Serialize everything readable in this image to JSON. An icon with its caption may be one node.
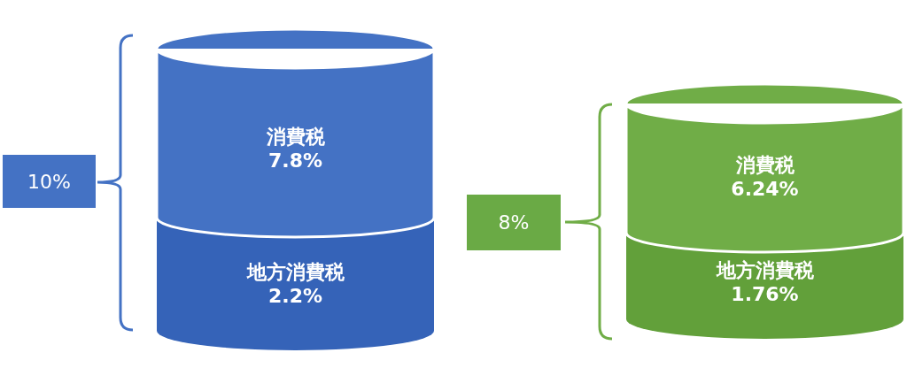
{
  "diagram": {
    "nodes": [
      {
        "text": [
          "10%"
        ]
      },
      {
        "text": [
          "消費税",
          "7.8%"
        ]
      },
      {
        "text": [
          "地方消費税",
          "2.2%"
        ]
      },
      {
        "text": [
          "8%"
        ]
      },
      {
        "text": [
          "消費税",
          "6.24%"
        ]
      },
      {
        "text": [
          "地方消費税",
          "1.76%"
        ]
      }
    ],
    "edges": []
  }
}
